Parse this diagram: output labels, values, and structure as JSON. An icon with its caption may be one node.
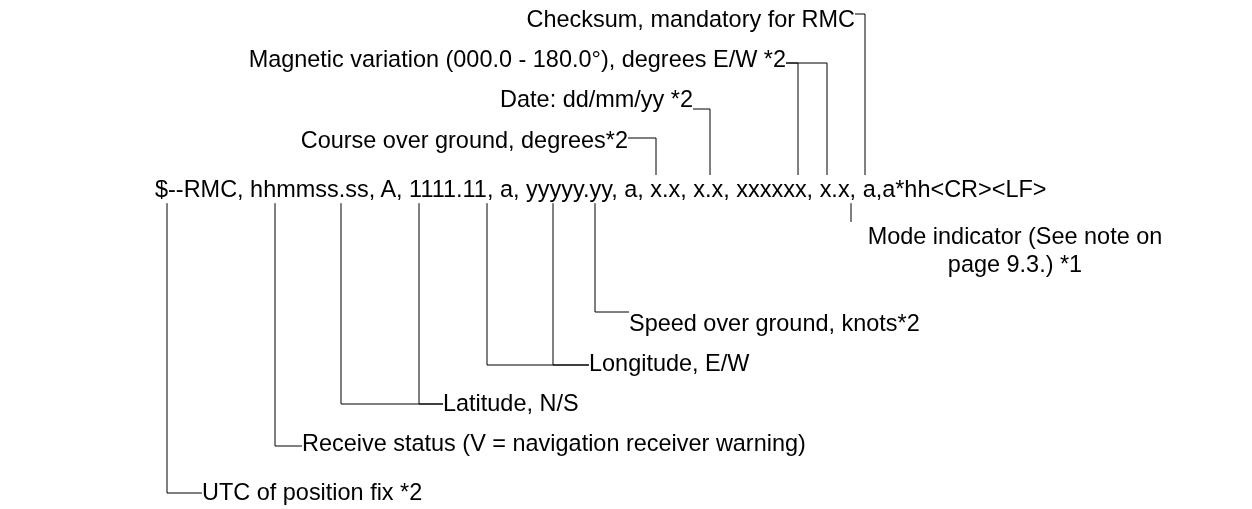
{
  "diagram": {
    "nodes": [
      {
        "text": [
          "Checksum, mandatory for RMC"
        ]
      },
      {
        "text": [
          "Magnetic variation (000.0 - 180.0°), degrees E/W *2"
        ]
      },
      {
        "text": [
          "Date: dd/mm/yy *2"
        ]
      },
      {
        "text": [
          "Course over ground, degrees*2"
        ]
      },
      {
        "text": [
          "$--RMC, hhmmss.ss, A, 1111.11, a, yyyyy.yy, a, x.x, x.x, xxxxxx, x.x, a,a*hh<CR><LF>"
        ]
      },
      {
        "text": [
          "Mode indicator (See note on page 9.3.) *1"
        ]
      },
      {
        "text": [
          "Speed over ground, knots*2"
        ]
      },
      {
        "text": [
          "Longitude, E/W"
        ]
      },
      {
        "text": [
          "Latitude, N/S"
        ]
      },
      {
        "text": [
          "Receive status (V = navigation receiver warning)"
        ]
      },
      {
        "text": [
          "UTC of position fix *2"
        ]
      }
    ],
    "edges": [
      {
        "from": 0,
        "to": 4,
        "arrow": "none"
      },
      {
        "from": 1,
        "to": 4,
        "arrow": "none"
      },
      {
        "from": 1,
        "to": 4,
        "arrow": "none"
      },
      {
        "from": 2,
        "to": 4,
        "arrow": "none"
      },
      {
        "from": 3,
        "to": 4,
        "arrow": "none"
      },
      {
        "from": 5,
        "to": 4,
        "arrow": "none"
      },
      {
        "from": 6,
        "to": 4,
        "arrow": "none"
      },
      {
        "from": 7,
        "to": 4,
        "arrow": "none"
      },
      {
        "from": 7,
        "to": 4,
        "arrow": "none"
      },
      {
        "from": 8,
        "to": 4,
        "arrow": "none"
      },
      {
        "from": 8,
        "to": 4,
        "arrow": "none"
      },
      {
        "from": 9,
        "to": 4,
        "arrow": "none"
      },
      {
        "from": 10,
        "to": 4,
        "arrow": "none"
      }
    ]
  }
}
